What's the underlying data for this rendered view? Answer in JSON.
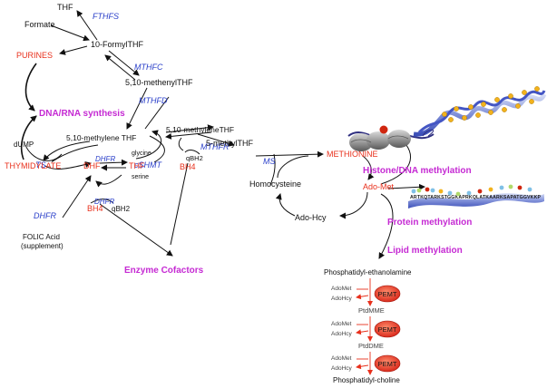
{
  "metabolites": {
    "thf_top": "THF",
    "formate": "Formate",
    "formylthf": "10-FormylTHF",
    "purines": "PURINES",
    "methenylthf": "5,10-methenylTHF",
    "methylene_thf_left": "5,10-methylene THF",
    "methylene_thf_right": "5,10-methyleneTHF",
    "dump": "dUMP",
    "thymidylate": "THYMIDYLATE",
    "dhf": "DHF",
    "thf_mid": "THF",
    "glycine": "glycine",
    "serine": "serine",
    "bh4_left": "BH4",
    "qbh2_left": "qBH2",
    "qbh2_right": "qBH2",
    "bh4_right": "BH4",
    "methylthf": "5-methylTHF",
    "folic_acid_line1": "FOLIC Acid",
    "folic_acid_line2": "(supplement)",
    "methionine": "METHIONINE",
    "homocysteine": "Homocysteine",
    "ado_met": "Ado-Met",
    "ado_hcy": "Ado-Hcy"
  },
  "enzymes": {
    "fthfs": "FTHFS",
    "mthfc": "MTHFC",
    "mthfd": "MTHFD",
    "mthfr": "MTHFR",
    "ts": "TS",
    "dhfr_mid": "DHFR",
    "dhfr_low": "DHFR",
    "cshmt": "cSHMT",
    "ms": "MS"
  },
  "processes": {
    "dna_rna": "DNA/RNA synthesis",
    "cofactors": "Enzyme Cofactors",
    "histone_dna": "Histone/DNA methylation",
    "protein": "Protein methylation",
    "lipid": "Lipid methylation"
  },
  "pemt_pathway": {
    "phosphatidyl_ethanolamine": "Phosphatidyl-ethanolamine",
    "ptdmme": "PtdMME",
    "ptddme": "PtdDME",
    "phosphatidyl_choline": "Phosphatidyl-choline",
    "adomet": "AdoMet",
    "adohcy": "AdoHcy",
    "pemt": "PEMT"
  },
  "peptide_sequence": "ARTKQTARKSTGGKAPRKQLATKAARKSAPATGGVKKP",
  "colors": {
    "metabolite_red": "#e8301c",
    "enzyme_blue": "#2a3fc9",
    "process_magenta": "#c52ad3",
    "pemt_fill": "#e3281b",
    "dna_blue": "#5566d6",
    "nucleosome_grey": "#9a9a9a"
  }
}
